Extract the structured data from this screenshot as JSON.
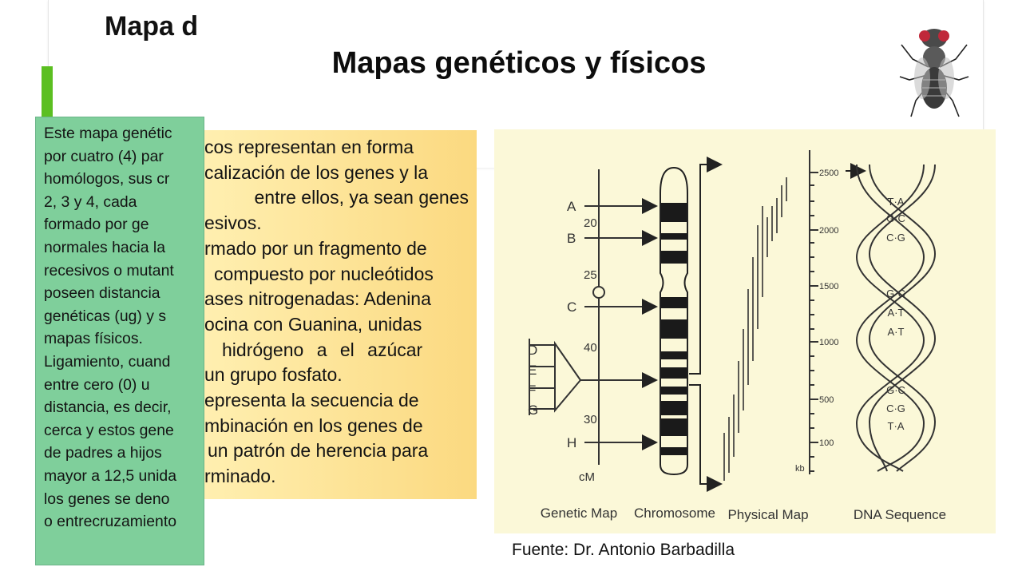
{
  "slide": {
    "back_title": "Mapa d",
    "title": "Mapas genéticos y físicos",
    "source": "Fuente: Dr. Antonio Barbadilla"
  },
  "left_box": {
    "lines": [
      "Este mapa genétic",
      "por cuatro (4) par",
      "homólogos, sus cr",
      "2, 3 y 4, cada",
      "formado por ge",
      "normales hacia la",
      "recesivos o mutant",
      "poseen distancia",
      "genéticas (ug) y s",
      "mapas físicos.",
      "Ligamiento, cuand",
      "entre cero (0) u",
      "distancia, es decir,",
      "cerca y estos gene",
      "de padres a hijos",
      "mayor a 12,5 unida",
      "los genes se deno",
      "o entrecruzamiento"
    ]
  },
  "middle_box": {
    "lines": [
      "cos representan en forma",
      "calización de los genes y la",
      "entre ellos, ya sean genes",
      "esivos.",
      "rmado por un fragmento de",
      "compuesto por nucleótidos",
      "ases nitrogenadas: Adenina",
      "ocina con Guanina, unidas",
      "hidrógeno a el azúcar",
      "un grupo fosfato.",
      "epresenta la secuencia de",
      "mbinación en los genes de",
      "un patrón de herencia para",
      "rminado."
    ]
  },
  "diagram": {
    "captions": [
      "Genetic Map",
      "Chromosome",
      "Physical Map",
      "DNA Sequence"
    ],
    "genes": [
      "A",
      "B",
      "C",
      "D",
      "E",
      "F",
      "G",
      "H"
    ],
    "cm_ticks": [
      "20",
      "25",
      "40",
      "30"
    ],
    "cm_unit": "cM",
    "kb_ticks": [
      "2500",
      "2000",
      "1500",
      "1000",
      "500",
      "100"
    ],
    "kb_unit": "kb",
    "base_pairs": [
      "T·A",
      "G·C",
      "C·G",
      "G·C",
      "A·T",
      "A·T",
      "G·C",
      "C·G",
      "T·A"
    ]
  },
  "colors": {
    "accent_green": "#5bbf21",
    "left_box_bg": "#7fcf9b",
    "middle_box_bg": "#fbd980",
    "diagram_bg": "#fbf8d8"
  }
}
